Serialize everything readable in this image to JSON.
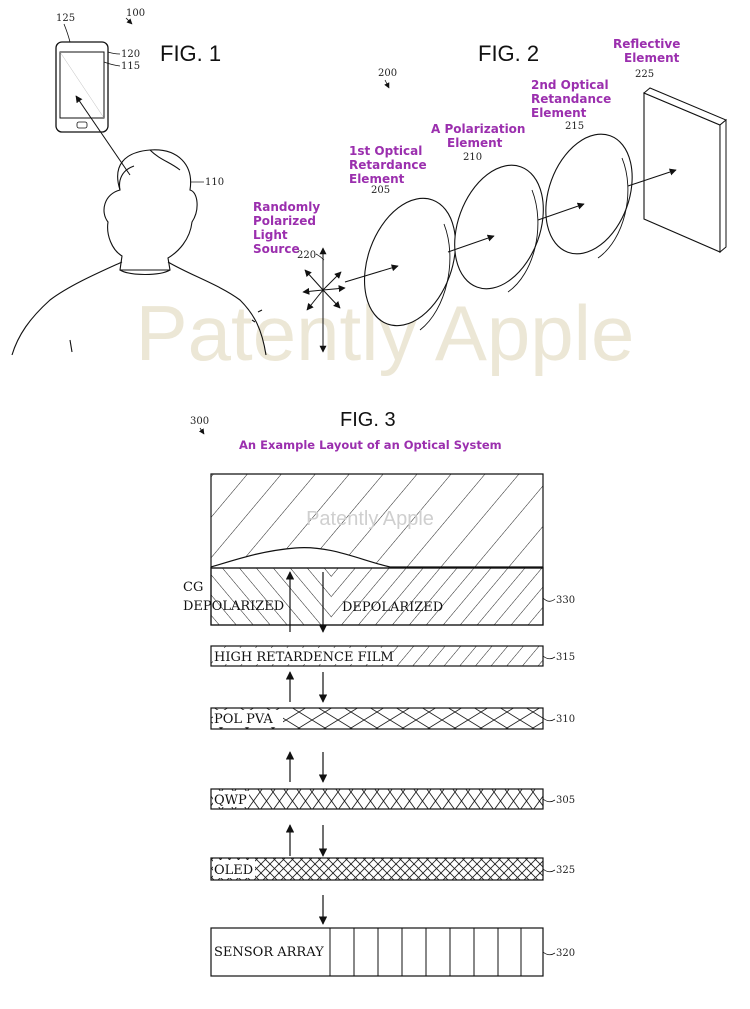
{
  "colors": {
    "accent": "#9b2fae",
    "line": "#111111",
    "watermark": "#e9e4d2"
  },
  "fig1": {
    "title": "FIG. 1",
    "refs": {
      "r125": "125",
      "r100": "100",
      "r120": "120",
      "r115": "115",
      "r110": "110"
    }
  },
  "fig2": {
    "title": "FIG. 2",
    "ref_system": "200",
    "labels": {
      "source": [
        "Randomly",
        "Polarized",
        "Light",
        "Source"
      ],
      "first_retard": [
        "1st Optical",
        "Retardance",
        "Element"
      ],
      "polarization": [
        "A Polarization",
        "Element"
      ],
      "second_retard": [
        "2nd Optical",
        "Retandance",
        "Element"
      ],
      "reflective": [
        "Reflective",
        "Element"
      ]
    },
    "refs": {
      "r220": "220",
      "r205": "205",
      "r210": "210",
      "r215": "215",
      "r225": "225"
    }
  },
  "watermark": {
    "main": "Patently Apple",
    "small": "Patently Apple"
  },
  "fig3": {
    "title": "FIG. 3",
    "ref_system": "300",
    "subtitle": "An Example Layout of an Optical System",
    "layers": {
      "cg": {
        "label_line1": "CG",
        "label_line2": "DEPOLARIZED",
        "label_right": "DEPOLARIZED",
        "ref": "330"
      },
      "film": {
        "label": "HIGH RETARDENCE FILM",
        "ref": "315"
      },
      "pol": {
        "label": "POL PVA",
        "ref": "310"
      },
      "qwp": {
        "label": "QWP",
        "ref": "305"
      },
      "oled": {
        "label": "OLED",
        "ref": "325"
      },
      "sensor": {
        "label": "SENSOR ARRAY",
        "ref": "320"
      }
    }
  }
}
